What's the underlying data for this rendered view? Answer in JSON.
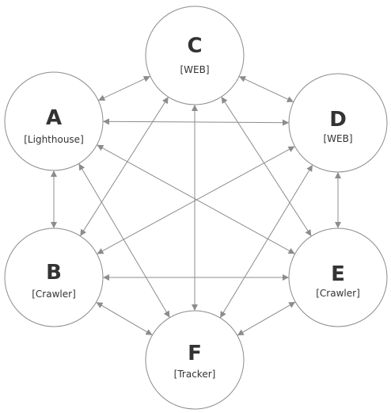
{
  "diagram": {
    "nodes": [
      {
        "id": "C",
        "letter": "C",
        "role": "[WEB]"
      },
      {
        "id": "A",
        "letter": "A",
        "role": "[Lighthouse]"
      },
      {
        "id": "D",
        "letter": "D",
        "role": "[WEB]"
      },
      {
        "id": "B",
        "letter": "B",
        "role": "[Crawler]"
      },
      {
        "id": "E",
        "letter": "E",
        "role": "[Crawler]"
      },
      {
        "id": "F",
        "letter": "F",
        "role": "[Tracker]"
      }
    ],
    "edges": [
      {
        "from": "A",
        "to": "C"
      },
      {
        "from": "C",
        "to": "D"
      },
      {
        "from": "A",
        "to": "D"
      },
      {
        "from": "A",
        "to": "B"
      },
      {
        "from": "D",
        "to": "E"
      },
      {
        "from": "B",
        "to": "F"
      },
      {
        "from": "E",
        "to": "F"
      },
      {
        "from": "C",
        "to": "F"
      },
      {
        "from": "C",
        "to": "B"
      },
      {
        "from": "C",
        "to": "E"
      },
      {
        "from": "A",
        "to": "F"
      },
      {
        "from": "A",
        "to": "E"
      },
      {
        "from": "D",
        "to": "B"
      },
      {
        "from": "D",
        "to": "F"
      },
      {
        "from": "B",
        "to": "E"
      }
    ],
    "colors": {
      "stroke": "#8c8c8c",
      "text": "#333333",
      "background": "#ffffff"
    }
  }
}
